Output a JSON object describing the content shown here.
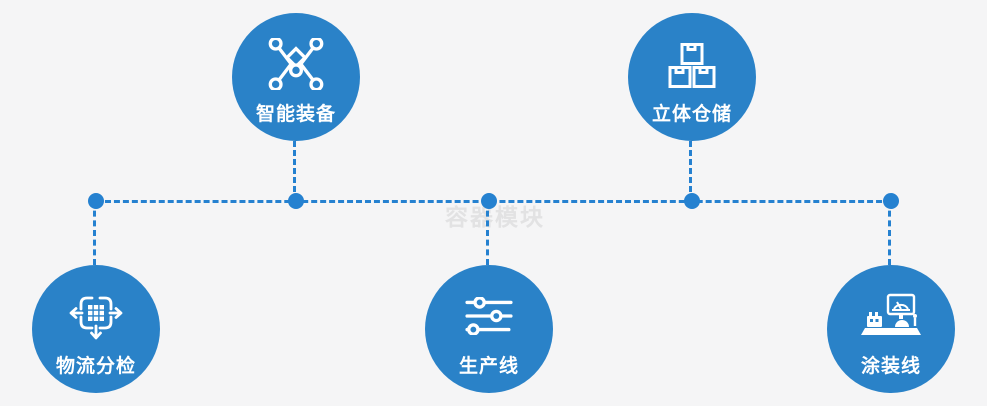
{
  "page": {
    "background_color": "#f5f5f6",
    "accent_color": "#2a82c8",
    "connector_color": "#2581d0",
    "watermark_color": "#e2e2e3"
  },
  "watermark": {
    "text": "容器模块"
  },
  "nodes": [
    {
      "id": "smart-equipment",
      "label": "智能装备",
      "icon": "network-nodes-icon",
      "position": "top-left"
    },
    {
      "id": "stereo-warehouse",
      "label": "立体仓储",
      "icon": "stacked-boxes-icon",
      "position": "top-right"
    },
    {
      "id": "logistics-sorting",
      "label": "物流分检",
      "icon": "sorting-arrows-icon",
      "position": "bottom-left"
    },
    {
      "id": "production-line",
      "label": "生产线",
      "icon": "sliders-icon",
      "position": "bottom-center"
    },
    {
      "id": "painting-line",
      "label": "涂装线",
      "icon": "machine-monitor-icon",
      "position": "bottom-right"
    }
  ]
}
